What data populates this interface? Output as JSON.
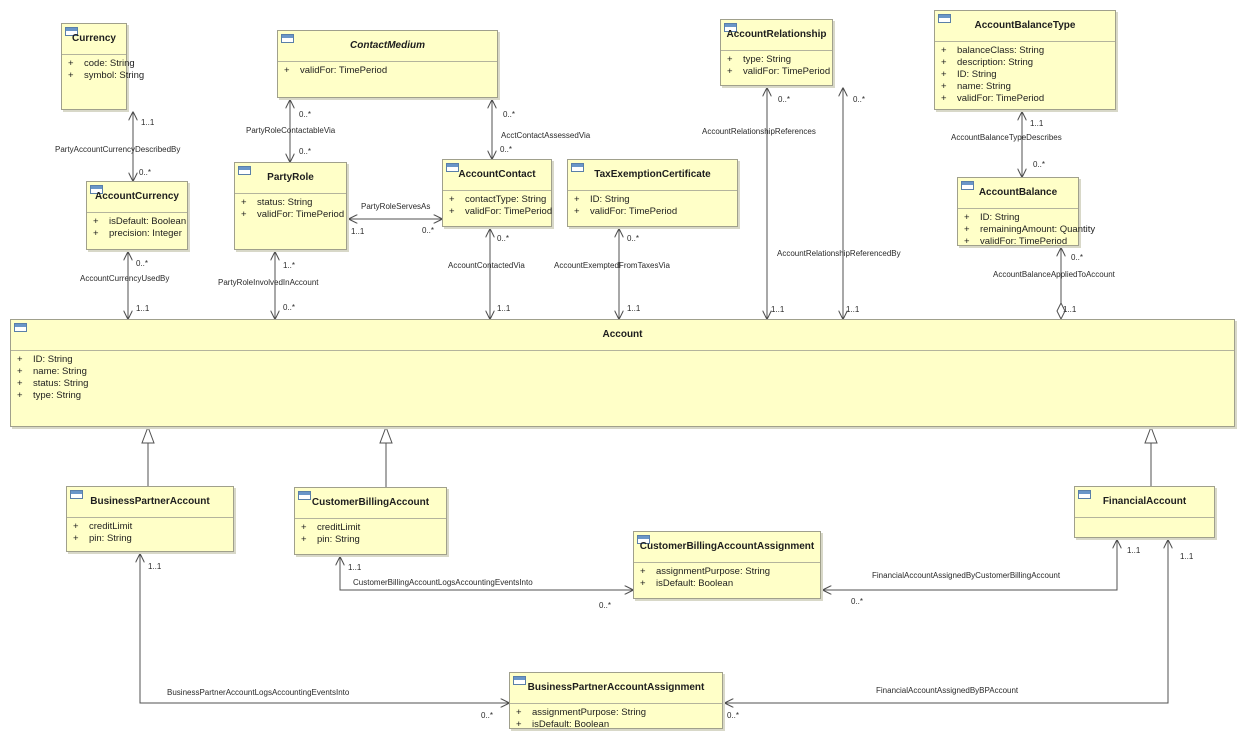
{
  "classes": [
    {
      "id": "currency",
      "name": "Currency",
      "italic": false,
      "attrs": [
        "code: String",
        "symbol: String"
      ]
    },
    {
      "id": "contact-medium",
      "name": "ContactMedium",
      "italic": true,
      "attrs": [
        "validFor: TimePeriod"
      ]
    },
    {
      "id": "account-relationship",
      "name": "AccountRelationship",
      "italic": false,
      "attrs": [
        "type: String",
        "validFor: TimePeriod"
      ]
    },
    {
      "id": "account-balance-type",
      "name": "AccountBalanceType",
      "italic": false,
      "attrs": [
        "balanceClass: String",
        "description: String",
        "ID: String",
        "name: String",
        "validFor: TimePeriod"
      ]
    },
    {
      "id": "account-currency",
      "name": "AccountCurrency",
      "italic": false,
      "attrs": [
        "isDefault: Boolean",
        "precision: Integer"
      ]
    },
    {
      "id": "party-role",
      "name": "PartyRole",
      "italic": false,
      "attrs": [
        "status: String",
        "validFor: TimePeriod"
      ]
    },
    {
      "id": "account-contact",
      "name": "AccountContact",
      "italic": false,
      "attrs": [
        "contactType: String",
        "validFor: TimePeriod"
      ]
    },
    {
      "id": "tax-exemption-certificate",
      "name": "TaxExemptionCertificate",
      "italic": false,
      "attrs": [
        "ID: String",
        "validFor: TimePeriod"
      ]
    },
    {
      "id": "account-balance",
      "name": "AccountBalance",
      "italic": false,
      "attrs": [
        "ID: String",
        "remainingAmount: Quantity",
        "validFor: TimePeriod"
      ]
    },
    {
      "id": "account",
      "name": "Account",
      "italic": false,
      "attrs": [
        "ID: String",
        "name: String",
        "status: String",
        "type: String"
      ]
    },
    {
      "id": "business-partner-account",
      "name": "BusinessPartnerAccount",
      "italic": false,
      "attrs": [
        "creditLimit",
        "pin: String"
      ]
    },
    {
      "id": "customer-billing-account",
      "name": "CustomerBillingAccount",
      "italic": false,
      "attrs": [
        "creditLimit",
        "pin: String"
      ]
    },
    {
      "id": "financial-account",
      "name": "FinancialAccount",
      "italic": false,
      "attrs": []
    },
    {
      "id": "customer-billing-account-assignment",
      "name": "CustomerBillingAccountAssignment",
      "italic": false,
      "attrs": [
        "assignmentPurpose: String",
        "isDefault: Boolean"
      ]
    },
    {
      "id": "business-partner-account-assignment",
      "name": "BusinessPartnerAccountAssignment",
      "italic": false,
      "attrs": [
        "assignmentPurpose: String",
        "isDefault: Boolean"
      ]
    }
  ],
  "visibility_marker": "+",
  "associations": [
    {
      "id": "party-account-currency-described-by",
      "label": "PartyAccountCurrencyDescribedBy",
      "from": "currency",
      "to": "account-currency",
      "from_mult": "1..1",
      "to_mult": "0..*"
    },
    {
      "id": "account-currency-used-by",
      "label": "AccountCurrencyUsedBy",
      "from": "account-currency",
      "to": "account",
      "from_mult": "0..*",
      "to_mult": "1..1"
    },
    {
      "id": "party-role-contactable-via",
      "label": "PartyRoleContactableVia",
      "from": "contact-medium",
      "to": "party-role",
      "from_mult": "0..*",
      "to_mult": "0..*"
    },
    {
      "id": "acct-contact-assessed-via",
      "label": "AcctContactAssessedVia",
      "from": "contact-medium",
      "to": "account-contact",
      "from_mult": "0..*",
      "to_mult": "0..*"
    },
    {
      "id": "party-role-serves-as",
      "label": "PartyRoleServesAs",
      "from": "party-role",
      "to": "account-contact",
      "from_mult": "1..1",
      "to_mult": "0..*"
    },
    {
      "id": "party-role-involved-in-account",
      "label": "PartyRoleInvolvedInAccount",
      "from": "party-role",
      "to": "account",
      "from_mult": "1..*",
      "to_mult": "0..*"
    },
    {
      "id": "account-contacted-via",
      "label": "AccountContactedVia",
      "from": "account-contact",
      "to": "account",
      "from_mult": "0..*",
      "to_mult": "1..1"
    },
    {
      "id": "account-exempted-from-taxes-via",
      "label": "AccountExemptedFromTaxesVia",
      "from": "tax-exemption-certificate",
      "to": "account",
      "from_mult": "0..*",
      "to_mult": "1..1"
    },
    {
      "id": "account-relationship-references",
      "label": "AccountRelationshipReferences",
      "from": "account-relationship",
      "to": "account",
      "from_mult": "0..*",
      "to_mult": "1..1"
    },
    {
      "id": "account-relationship-referenced-by",
      "label": "AccountRelationshipReferencedBy",
      "from": "account-relationship",
      "to": "account",
      "from_mult": "0..*",
      "to_mult": "1..1"
    },
    {
      "id": "account-balance-type-describes",
      "label": "AccountBalanceTypeDescribes",
      "from": "account-balance-type",
      "to": "account-balance",
      "from_mult": "1..1",
      "to_mult": "0..*"
    },
    {
      "id": "account-balance-applied-to-account",
      "label": "AccountBalanceAppliedToAccount",
      "from": "account-balance",
      "to": "account",
      "from_mult": "0..*",
      "to_mult": "1..1"
    },
    {
      "id": "customer-billing-account-logs",
      "label": "CustomerBillingAccountLogsAccountingEventsInto",
      "from": "customer-billing-account",
      "to": "customer-billing-account-assignment",
      "from_mult": "1..1",
      "to_mult": "0..*"
    },
    {
      "id": "financial-account-assigned-by-cba",
      "label": "FinancialAccountAssignedByCustomerBillingAccount",
      "from": "financial-account",
      "to": "customer-billing-account-assignment",
      "from_mult": "1..1",
      "to_mult": "0..*"
    },
    {
      "id": "business-partner-account-logs",
      "label": "BusinessPartnerAccountLogsAccountingEventsInto",
      "from": "business-partner-account",
      "to": "business-partner-account-assignment",
      "from_mult": "1..1",
      "to_mult": "0..*"
    },
    {
      "id": "financial-account-assigned-by-bp",
      "label": "FinancialAccountAssignedByBPAccount",
      "from": "financial-account",
      "to": "business-partner-account-assignment",
      "from_mult": "1..1",
      "to_mult": "0..*"
    }
  ],
  "generalizations": [
    {
      "child": "business-partner-account",
      "parent": "account"
    },
    {
      "child": "customer-billing-account",
      "parent": "account"
    },
    {
      "child": "financial-account",
      "parent": "account"
    }
  ]
}
